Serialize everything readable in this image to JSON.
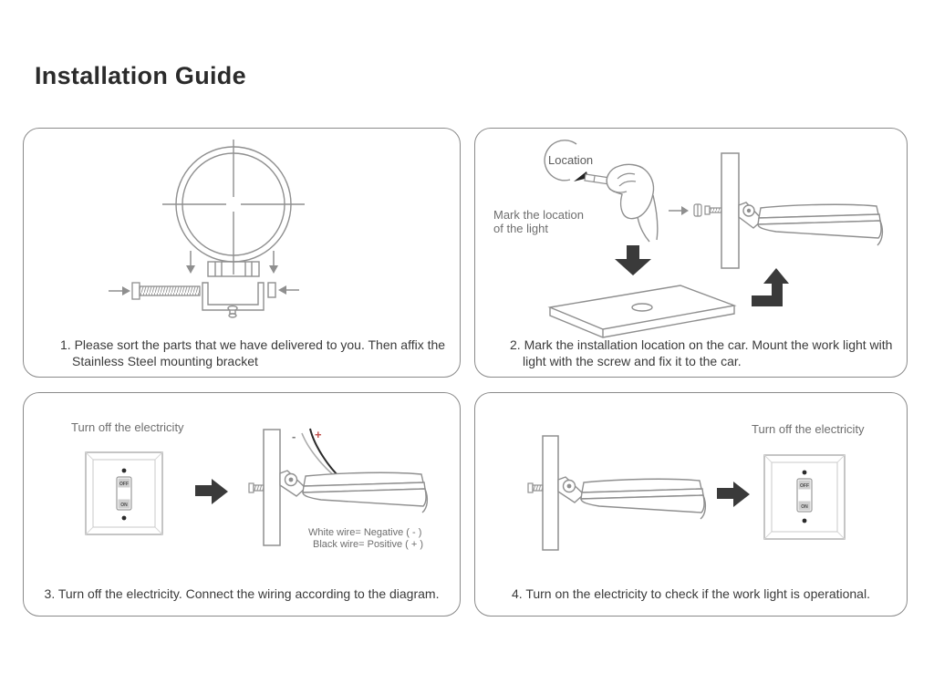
{
  "title": "Installation Guide",
  "colors": {
    "line_art": "#8f8f8f",
    "solid_arrow": "#3a3a3a",
    "caption_text": "#3a3a3a",
    "muted_text": "#6e6e6e",
    "positive_plus": "#c0504d"
  },
  "switch": {
    "off": "OFF",
    "on": "ON"
  },
  "panels": [
    {
      "caption_line1": "1. Please sort the parts that we have delivered to you. Then affix the",
      "caption_line2": "Stainless Steel mounting bracket"
    },
    {
      "location_label": "Location",
      "note_line1": "Mark the location",
      "note_line2": "of the light",
      "caption_line1": "2. Mark the installation location on the car. Mount the work light with",
      "caption_line2": "light with the screw and fix it to the car."
    },
    {
      "note": "Turn off the electricity",
      "wire_minus": "-",
      "wire_plus": "+",
      "wire_label1": "White wire= Negative ( - )",
      "wire_label2": "Black wire= Positive ( + )",
      "caption": "3. Turn off the electricity. Connect the wiring according to the diagram."
    },
    {
      "note": "Turn off the electricity",
      "caption": "4. Turn on the electricity to check if the work light is operational."
    }
  ]
}
